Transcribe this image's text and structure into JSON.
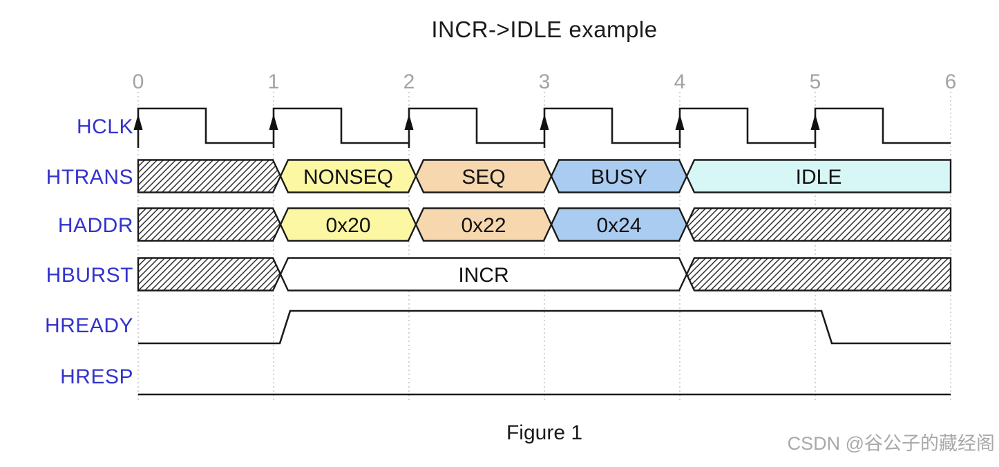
{
  "title": "INCR->IDLE example",
  "figure_caption": "Figure 1",
  "watermark": "CSDN @谷公子的藏经阁",
  "timeline": {
    "ticks": [
      "0",
      "1",
      "2",
      "3",
      "4",
      "5",
      "6"
    ]
  },
  "colors": {
    "signal_label": "#3333cc",
    "tick_label": "#a3a3a3",
    "line": "#1a1a1a",
    "grid": "#bfbfbf",
    "yellow": "#fbf7a3",
    "tan": "#f6d7ae",
    "blue": "#abccf1",
    "cyan": "#d7f6f6",
    "white": "#ffffff"
  },
  "signals": [
    {
      "name": "HCLK",
      "type": "clock",
      "periods": 6
    },
    {
      "name": "HTRANS",
      "type": "bus",
      "segments": [
        {
          "kind": "hatch",
          "from": 0,
          "to": 1,
          "label": ""
        },
        {
          "kind": "data",
          "from": 1,
          "to": 2,
          "label": "NONSEQ",
          "color": "yellow"
        },
        {
          "kind": "data",
          "from": 2,
          "to": 3,
          "label": "SEQ",
          "color": "tan"
        },
        {
          "kind": "data",
          "from": 3,
          "to": 4,
          "label": "BUSY",
          "color": "blue"
        },
        {
          "kind": "data",
          "from": 4,
          "to": 6,
          "label": "IDLE",
          "color": "cyan"
        }
      ]
    },
    {
      "name": "HADDR",
      "type": "bus",
      "segments": [
        {
          "kind": "hatch",
          "from": 0,
          "to": 1,
          "label": ""
        },
        {
          "kind": "data",
          "from": 1,
          "to": 2,
          "label": "0x20",
          "color": "yellow"
        },
        {
          "kind": "data",
          "from": 2,
          "to": 3,
          "label": "0x22",
          "color": "tan"
        },
        {
          "kind": "data",
          "from": 3,
          "to": 4,
          "label": "0x24",
          "color": "blue"
        },
        {
          "kind": "hatch",
          "from": 4,
          "to": 6,
          "label": ""
        }
      ]
    },
    {
      "name": "HBURST",
      "type": "bus",
      "segments": [
        {
          "kind": "hatch",
          "from": 0,
          "to": 1,
          "label": ""
        },
        {
          "kind": "data",
          "from": 1,
          "to": 4,
          "label": "INCR",
          "color": "white"
        },
        {
          "kind": "hatch",
          "from": 4,
          "to": 6,
          "label": ""
        }
      ]
    },
    {
      "name": "HREADY",
      "type": "level",
      "levels": [
        {
          "value": 0,
          "from": 0
        },
        {
          "value": 1,
          "from": 1
        },
        {
          "value": 0,
          "from": 5
        }
      ]
    },
    {
      "name": "HRESP",
      "type": "level",
      "levels": [
        {
          "value": 0,
          "from": 0
        }
      ]
    }
  ]
}
